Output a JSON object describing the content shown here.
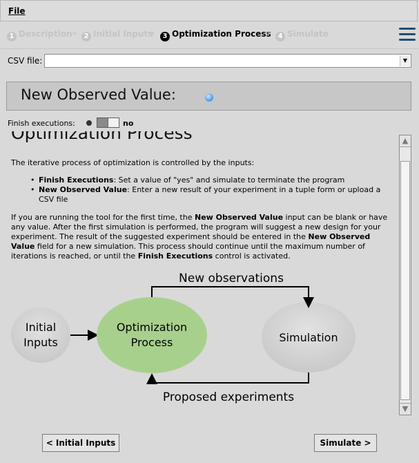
{
  "menu": {
    "file": "File"
  },
  "steps": [
    {
      "num": "1",
      "label": "Description"
    },
    {
      "num": "2",
      "label": "Initial Inputs"
    },
    {
      "num": "3",
      "label": "Optimization Process"
    },
    {
      "num": "4",
      "label": "Simulate"
    }
  ],
  "step_arrow": "→",
  "csv": {
    "label": "CSV file:",
    "value": ""
  },
  "observed": {
    "title": "New Observed Value:"
  },
  "finish": {
    "label": "Finish executions:",
    "value": "no"
  },
  "content": {
    "heading": "Optimization Process",
    "intro": "The iterative process of optimization is controlled by the inputs:",
    "bullets": [
      {
        "term": "Finish Executions",
        "text": ": Set a value of \"yes\" and simulate to terminate the program"
      },
      {
        "term": "New Observed Value",
        "text": ": Enter a new result of your experiment in a tuple form or upload a CSV file"
      }
    ],
    "para_parts": [
      "If you are running the tool for the first time, the ",
      "New Observed Value",
      " input can be blank or have any value. After the first simulation is performed, the program will suggest a new design for your experiment. The result of the suggested experiment should be entered in the ",
      "New Observed Value",
      " field for a new simulation. This process should continue until the maximum number of iterations is reached, or until the ",
      "Finish Executions",
      " control is activated."
    ]
  },
  "diagram": {
    "nodes": {
      "initial": [
        "Initial",
        "Inputs"
      ],
      "optimization": [
        "Optimization",
        "Process"
      ],
      "simulation": "Simulation"
    },
    "edges": {
      "top": "New observations",
      "bottom": "Proposed experiments"
    },
    "colors": {
      "highlight": "#a8d08d",
      "node": "#d8d8d8"
    }
  },
  "buttons": {
    "back": "< Initial Inputs",
    "next": "Simulate >"
  },
  "colors": {
    "accent": "#1f4e72",
    "observed_dot": "#5aa6ef"
  }
}
